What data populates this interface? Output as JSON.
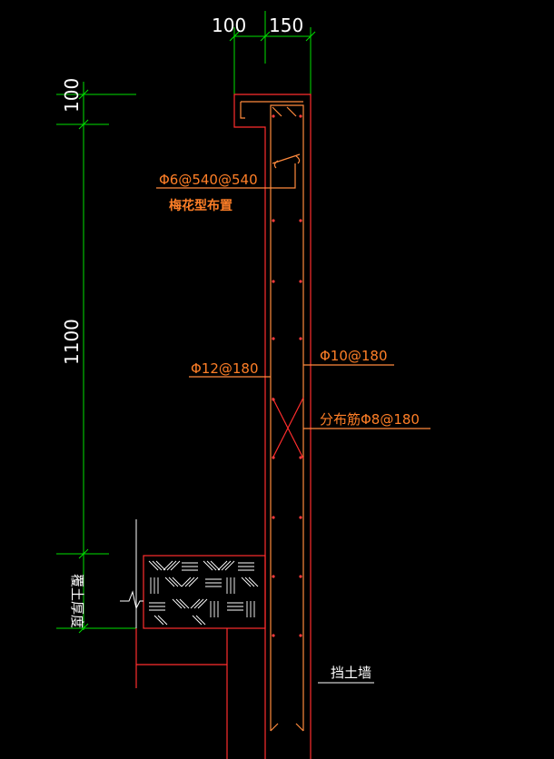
{
  "dimensions": {
    "top_left_width": "100",
    "top_right_width": "150",
    "cap_height": "100",
    "wall_height": "1100"
  },
  "annotations": {
    "top_bar": "Φ6@540@540",
    "top_bar_note": "梅花型布置",
    "vertical_bar_left": "Φ12@180",
    "vertical_bar_right": "Φ10@180",
    "distribution_bar": "分布筋Φ8@180",
    "soil_cover": "覆土厚度",
    "wall_name": "挡土墙"
  },
  "colors": {
    "background": "#000000",
    "dimension_lines": "#00e000",
    "structure_lines": "#ff2d2d",
    "rebar_lines": "#ff8a3d",
    "text_dimensions": "#ffffff",
    "text_notes": "#ff7f27"
  }
}
